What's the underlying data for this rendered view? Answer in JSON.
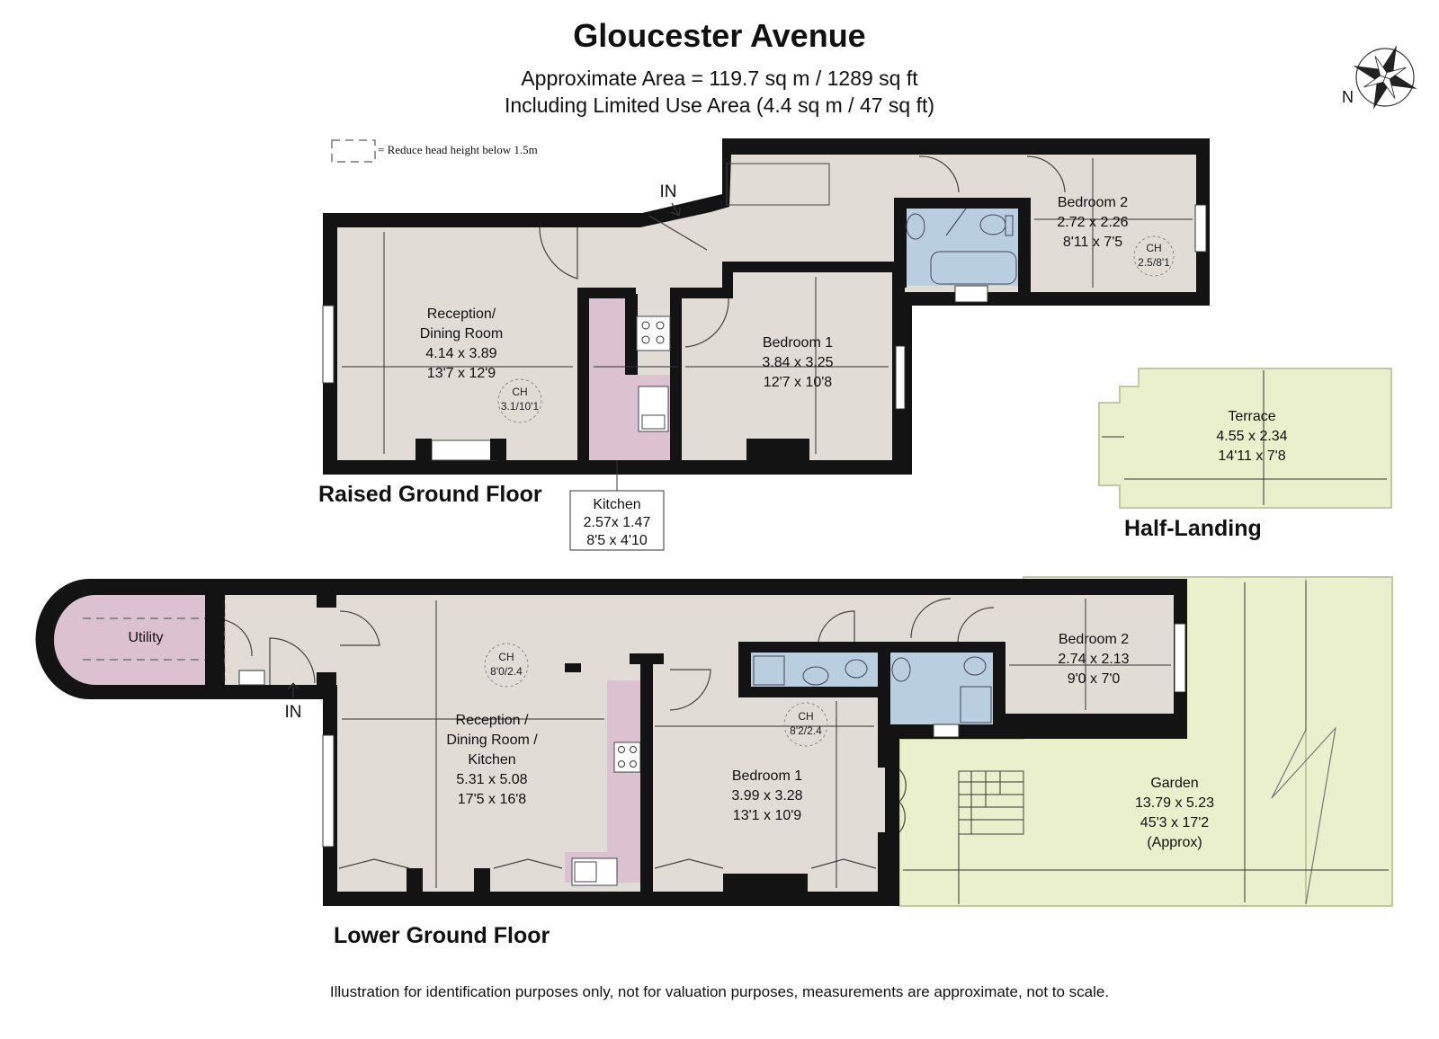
{
  "header": {
    "title": "Gloucester Avenue",
    "area_line": "Approximate Area = 119.7 sq m / 1289 sq ft",
    "limited_line": "Including Limited Use Area (4.4 sq m / 47 sq ft)"
  },
  "legend": {
    "text": "= Reduce head height below 1.5m"
  },
  "compass": {
    "label": "N"
  },
  "floors": {
    "raised": "Raised Ground Floor",
    "half": "Half-Landing",
    "lower": "Lower Ground Floor"
  },
  "entrances": {
    "raised": "IN",
    "lower": "IN"
  },
  "raised_rooms": {
    "reception": {
      "name1": "Reception/",
      "name2": "Dining Room",
      "metric": "4.14 x 3.89",
      "imperial": "13'7 x 12'9",
      "ch1": "CH",
      "ch2": "3.1/10'1"
    },
    "bedroom1": {
      "name": "Bedroom 1",
      "metric": "3.84 x 3.25",
      "imperial": "12'7 x 10'8"
    },
    "bedroom2": {
      "name": "Bedroom 2",
      "metric": "2.72 x 2.26",
      "imperial": "8'11 x 7'5",
      "ch1": "CH",
      "ch2": "2.5/8'1"
    },
    "kitchen": {
      "name": "Kitchen",
      "metric": "2.57x 1.47",
      "imperial": "8'5 x 4'10"
    }
  },
  "terrace": {
    "name": "Terrace",
    "metric": "4.55 x 2.34",
    "imperial": "14'11 x 7'8"
  },
  "lower_rooms": {
    "utility": {
      "name": "Utility"
    },
    "reception": {
      "name1": "Reception /",
      "name2": "Dining Room /",
      "name3": "Kitchen",
      "metric": "5.31 x 5.08",
      "imperial": "17'5 x 16'8",
      "ch1": "CH",
      "ch2": "8'0/2.4"
    },
    "bedroom1": {
      "name": "Bedroom 1",
      "metric": "3.99 x 3.28",
      "imperial": "13'1 x 10'9",
      "ch1": "CH",
      "ch2": "8'2/2.4"
    },
    "bedroom2": {
      "name": "Bedroom 2",
      "metric": "2.74 x 2.13",
      "imperial": "9'0 x 7'0"
    },
    "garden": {
      "name": "Garden",
      "metric": "13.79 x 5.23",
      "imperial": "45'3 x 17'2",
      "note": "(Approx)"
    }
  },
  "footer": {
    "disclaimer": "Illustration for identification purposes only, not for valuation purposes, measurements are approximate, not to scale."
  },
  "colors": {
    "room": "#e2dcd6",
    "wet": "#b9cfe0",
    "kitchen": "#dcc1d1",
    "outdoor": "#eaf0cc",
    "wall": "#131313"
  }
}
